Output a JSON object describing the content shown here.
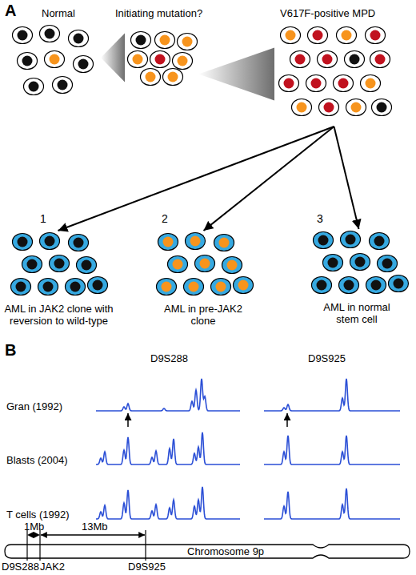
{
  "diagram": {
    "nodes": [
      {
        "text": [
          "Normal"
        ]
      },
      {
        "text": [
          "Initiating mutation?"
        ]
      },
      {
        "text": [
          "V617F-positive MPD"
        ]
      },
      {
        "text": [
          "1",
          "AML in JAK2 clone with reversion to wild-type"
        ]
      },
      {
        "text": [
          "2",
          "AML in pre-JAK2 clone"
        ]
      },
      {
        "text": [
          "3",
          "AML in normal stem cell"
        ]
      },
      {
        "text": [
          "Chromosome 9p"
        ]
      }
    ],
    "edges": [
      {
        "from": 0,
        "to": 1,
        "arrow": "none"
      },
      {
        "from": 1,
        "to": 2,
        "arrow": "none"
      },
      {
        "from": 2,
        "to": 3,
        "arrow": "to"
      },
      {
        "from": 2,
        "to": 4,
        "arrow": "to"
      },
      {
        "from": 2,
        "to": 5,
        "arrow": "to"
      }
    ],
    "labels": [
      "A",
      "B",
      "D9S288",
      "D9S925",
      "Gran (1992)",
      "Blasts (2004)",
      "T cells (1992)",
      "1Mb",
      "13Mb",
      "D9S288",
      "JAK2",
      "D9S925"
    ]
  }
}
